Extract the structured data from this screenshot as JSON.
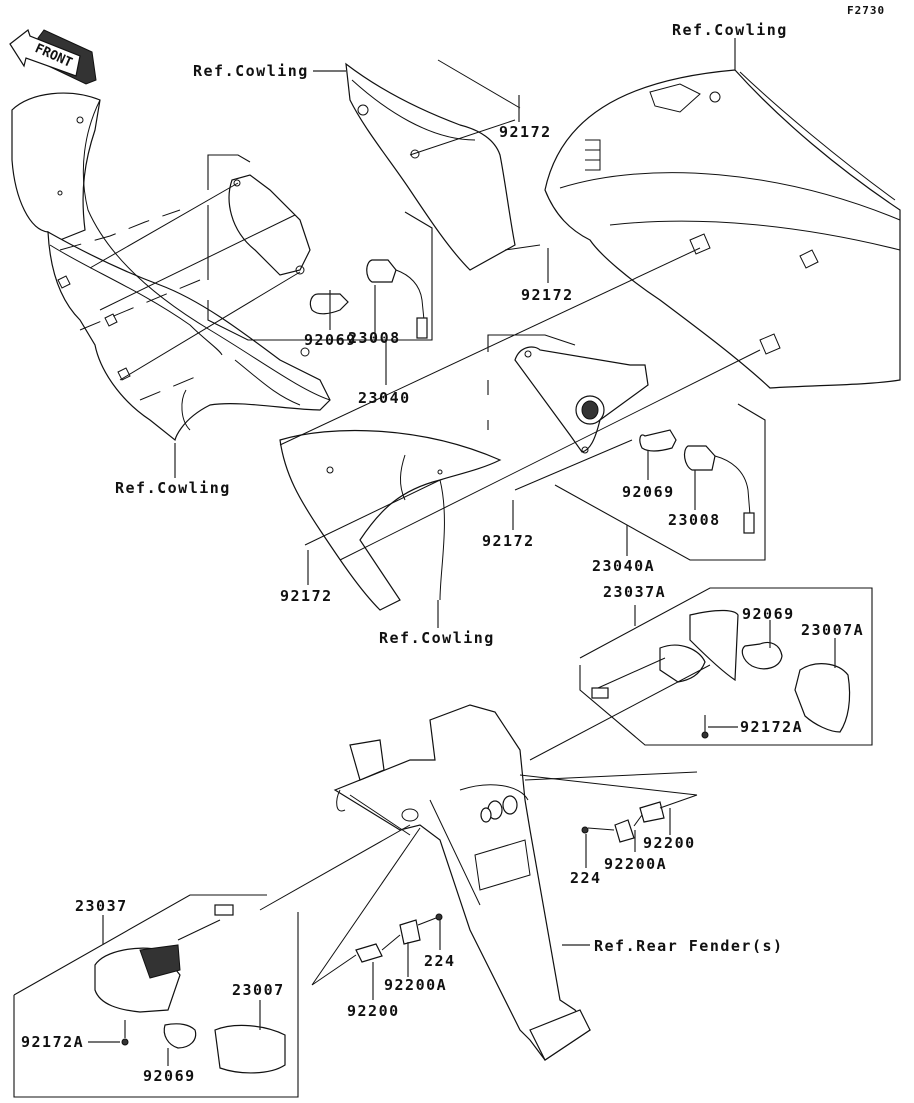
{
  "diagram": {
    "figure_id": "F2730",
    "front_arrow_label": "FRONT",
    "colors": {
      "line": "#111111",
      "background": "#ffffff"
    },
    "labels": {
      "ref_cowling_top_center": "Ref.Cowling",
      "ref_cowling_top_right": "Ref.Cowling",
      "ref_cowling_left": "Ref.Cowling",
      "ref_cowling_center": "Ref.Cowling",
      "ref_rear_fender": "Ref.Rear Fender(s)"
    },
    "parts": [
      {
        "id": "screw-top-1",
        "number": "92172",
        "description": "screw"
      },
      {
        "id": "screw-top-2",
        "number": "92172",
        "description": "screw"
      },
      {
        "id": "bulb-left-front",
        "number": "92069",
        "description": "bulb"
      },
      {
        "id": "socket-left-front",
        "number": "23008",
        "description": "socket assembly"
      },
      {
        "id": "turn-signal-left-front",
        "number": "23040",
        "description": "front turn signal assembly"
      },
      {
        "id": "bulb-right-front",
        "number": "92069",
        "description": "bulb"
      },
      {
        "id": "socket-right-front",
        "number": "23008",
        "description": "socket assembly"
      },
      {
        "id": "screw-mid",
        "number": "92172",
        "description": "screw"
      },
      {
        "id": "turn-signal-right-front",
        "number": "23040A",
        "description": "front turn signal assembly"
      },
      {
        "id": "screw-left-low",
        "number": "92172",
        "description": "screw"
      },
      {
        "id": "rear-signal-right",
        "number": "23037A",
        "description": "rear turn signal assembly"
      },
      {
        "id": "bulb-rear-right",
        "number": "92069",
        "description": "bulb"
      },
      {
        "id": "lens-rear-right",
        "number": "23007A",
        "description": "lens"
      },
      {
        "id": "screw-rear-right",
        "number": "92172A",
        "description": "screw"
      },
      {
        "id": "plate-right",
        "number": "92200",
        "description": "washer plate"
      },
      {
        "id": "plate-right-a",
        "number": "92200A",
        "description": "washer plate"
      },
      {
        "id": "nut-right",
        "number": "224",
        "description": "nut"
      },
      {
        "id": "rear-signal-left",
        "number": "23037",
        "description": "rear turn signal assembly"
      },
      {
        "id": "lens-rear-left",
        "number": "23007",
        "description": "lens"
      },
      {
        "id": "screw-rear-left",
        "number": "92172A",
        "description": "screw"
      },
      {
        "id": "bulb-rear-left",
        "number": "92069",
        "description": "bulb"
      },
      {
        "id": "nut-left",
        "number": "224",
        "description": "nut"
      },
      {
        "id": "plate-left-a",
        "number": "92200A",
        "description": "washer plate"
      },
      {
        "id": "plate-left",
        "number": "92200",
        "description": "washer plate"
      }
    ]
  }
}
